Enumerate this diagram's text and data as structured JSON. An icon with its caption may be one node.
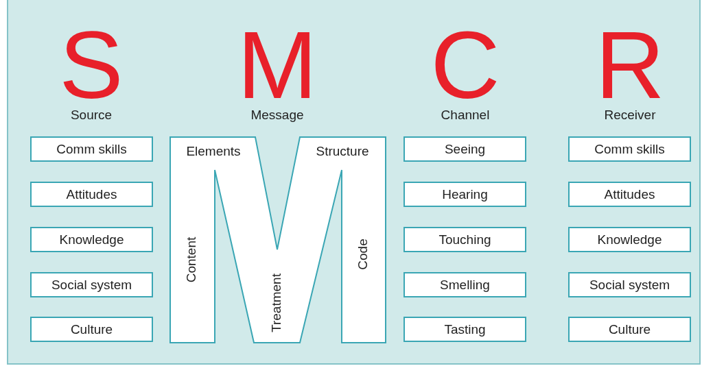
{
  "diagram": {
    "nodes": [
      {
        "text": [
          "Comm skills"
        ]
      },
      {
        "text": [
          "Attitudes"
        ]
      },
      {
        "text": [
          "Knowledge"
        ]
      },
      {
        "text": [
          "Social system"
        ]
      },
      {
        "text": [
          "Culture"
        ]
      },
      {
        "text": [
          "Elements",
          "Structure",
          "Content",
          "Treatment",
          "Code"
        ]
      },
      {
        "text": [
          "Seeing"
        ]
      },
      {
        "text": [
          "Hearing"
        ]
      },
      {
        "text": [
          "Touching"
        ]
      },
      {
        "text": [
          "Smelling"
        ]
      },
      {
        "text": [
          "Tasting"
        ]
      },
      {
        "text": [
          "Comm skills"
        ]
      },
      {
        "text": [
          "Attitudes"
        ]
      },
      {
        "text": [
          "Knowledge"
        ]
      },
      {
        "text": [
          "Social system"
        ]
      },
      {
        "text": [
          "Culture"
        ]
      }
    ],
    "labels": [
      "S",
      "M",
      "C",
      "R",
      "Source",
      "Message",
      "Channel",
      "Receiver"
    ]
  }
}
